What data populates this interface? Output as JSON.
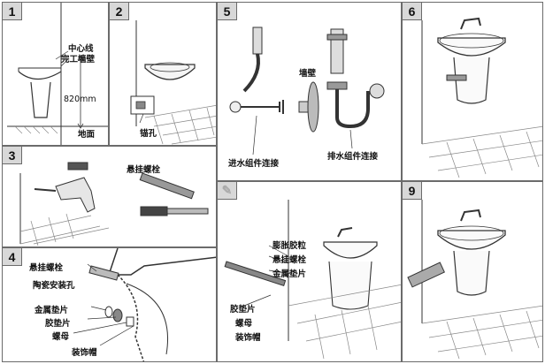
{
  "panels": [
    {
      "id": "1",
      "labels": {
        "center_line": "中心线",
        "finish_wall": "完工墙壁",
        "height": "820mm",
        "floor": "地面"
      }
    },
    {
      "id": "2",
      "labels": {
        "anchor_hole": "锚孔"
      }
    },
    {
      "id": "3",
      "labels": {
        "hanging_bolt": "悬挂螺栓"
      }
    },
    {
      "id": "4",
      "labels": {
        "hanging_bolt": "悬挂螺栓",
        "ceramic_hole": "陶瓷安装孔",
        "metal_washer": "金属垫片",
        "rubber_washer": "胶垫片",
        "nut": "螺母",
        "cap": "装饰帽"
      }
    },
    {
      "id": "5",
      "labels": {
        "wall": "墙壁",
        "inlet": "进水组件连接",
        "drain": "排水组件连接"
      }
    },
    {
      "id": "6",
      "labels": {}
    },
    {
      "id": "7",
      "labels": {
        "expansion": "膨胀胶粒",
        "hanging_bolt": "悬挂螺栓",
        "metal_washer": "金属垫片",
        "rubber_washer": "胶垫片",
        "nut": "螺母",
        "cap": "装饰帽"
      }
    },
    {
      "id": "9",
      "labels": {}
    }
  ],
  "colors": {
    "line": "#333333",
    "grid": "#7f7f7f",
    "tag_bg": "#d8d8d8"
  }
}
